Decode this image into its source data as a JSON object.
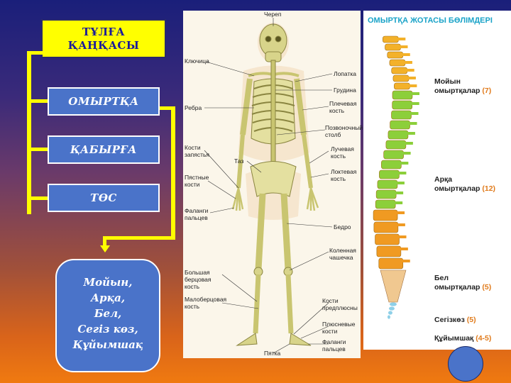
{
  "left_panel": {
    "title_line1": "ТҰЛҒА",
    "title_line2": "ҚАҢҚАСЫ",
    "boxes": [
      "ОМЫРТҚА",
      "ҚАБЫРҒА",
      "ТӨС"
    ],
    "bubble_lines": [
      "Мойын,",
      "Арқа,",
      "Бел,",
      "Сегіз көз,",
      "Құйымшақ"
    ]
  },
  "skeleton": {
    "labels": {
      "cherep": "Череп",
      "klyuchitsa": "Ключица",
      "lopatka": "Лопатка",
      "grudina": "Грудина",
      "rebra": "Ребра",
      "plechevaya": "Плечевая\nкость",
      "pozvonochnyi": "Позвоночный\nстолб",
      "kosti_zapyastya": "Кости\nзапястья",
      "taz": "Таз",
      "luchevaya": "Лучевая\nкость",
      "loktevaya": "Локтевая\nкость",
      "pyastnye": "Пястные\nкости",
      "falangi_paltsev_hand": "Фаланги\nпальцев",
      "bedro": "Бедро",
      "kolennaya": "Коленная\nчашечка",
      "bolshaya_bertsovaya": "Большая\nберцовая\nкость",
      "malobertsovaya": "Малоберцовая\nкость",
      "kosti_predplyusny": "Кости\nпредплюсны",
      "plyusnevye": "Плюсневые\nкости",
      "falangi_paltsev_foot": "Фаланги\nпальцев",
      "pyatka": "Пятка"
    }
  },
  "spine": {
    "title": "ОМЫРТҚА ЖОТАСЫ БӨЛІМДЕРІ",
    "sections": [
      {
        "name": "Мойын",
        "sub": "омыртқалар",
        "count": "(7)"
      },
      {
        "name": "Арқа",
        "sub": "омыртқалар",
        "count": "(12)"
      },
      {
        "name": "Бел",
        "sub": "омыртқалар",
        "count": "(5)"
      },
      {
        "name": "Сегізкөз",
        "sub": "",
        "count": "(5)"
      },
      {
        "name": "Құйымшақ",
        "sub": "",
        "count": "(4-5)"
      }
    ],
    "colors": {
      "cervical": "#f3b12a",
      "thoracic": "#8ccf3a",
      "lumbar": "#f09a22",
      "sacrum": "#f0c890",
      "coccyx": "#8fd0e8"
    }
  }
}
